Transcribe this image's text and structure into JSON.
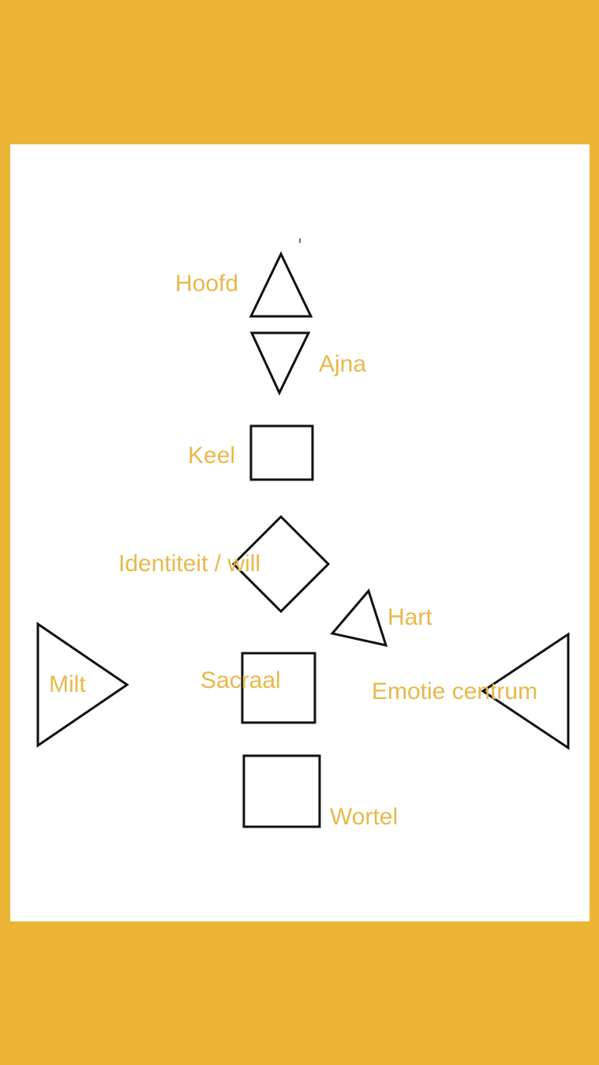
{
  "colors": {
    "frame": "#EBB535",
    "panel": "#FFFFFF",
    "label": "#E9B84A",
    "stroke": "#111111"
  },
  "centers": [
    {
      "id": "hoofd",
      "label": "Hoofd",
      "shape": "triangle-up"
    },
    {
      "id": "ajna",
      "label": "Ajna",
      "shape": "triangle-down"
    },
    {
      "id": "keel",
      "label": "Keel",
      "shape": "square"
    },
    {
      "id": "identiteit",
      "label": "Identiteit / will",
      "shape": "diamond"
    },
    {
      "id": "hart",
      "label": "Hart",
      "shape": "triangle"
    },
    {
      "id": "milt",
      "label": "Milt",
      "shape": "triangle-right"
    },
    {
      "id": "sacraal",
      "label": "Sacraal",
      "shape": "square"
    },
    {
      "id": "emotie",
      "label": "Emotie centrum",
      "shape": "triangle-left"
    },
    {
      "id": "wortel",
      "label": "Wortel",
      "shape": "square"
    }
  ]
}
